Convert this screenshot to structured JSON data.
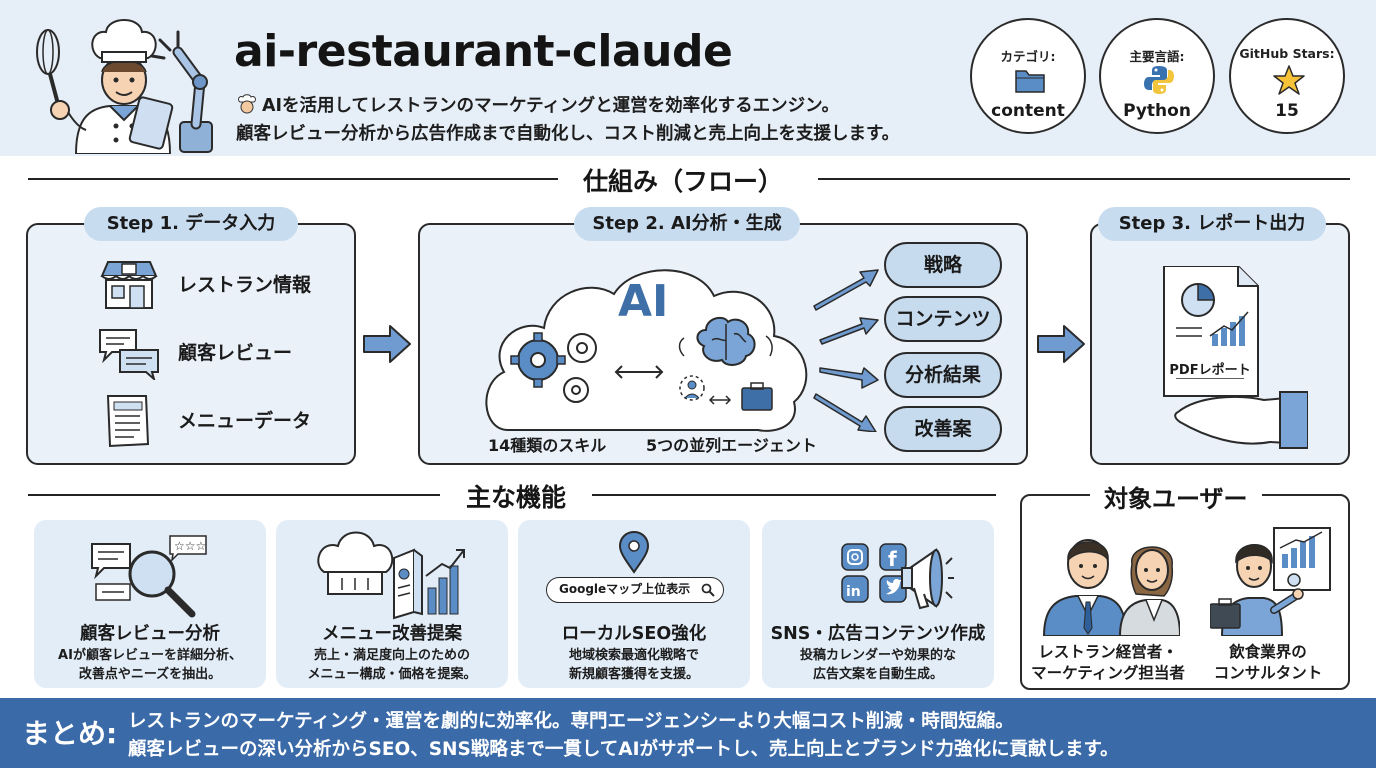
{
  "header": {
    "title": "ai-restaurant-claude",
    "tagline_line1": "AIを活用してレストランのマーケティングと運営を効率化するエンジン。",
    "tagline_line2": "顧客レビュー分析から広告作成まで自動化し、コスト削減と売上向上を支援します。",
    "tagline_icon": "chef-emoji-icon",
    "mascot_icon": "chef-with-tablet-and-robot-arm-icon"
  },
  "badges": [
    {
      "label": "カテゴリ:",
      "value": "content",
      "icon": "folder-icon"
    },
    {
      "label": "主要言語:",
      "value": "Python",
      "icon": "python-icon"
    },
    {
      "label": "GitHub Stars:",
      "value": "15",
      "icon": "star-icon"
    }
  ],
  "flow": {
    "title": "仕組み（フロー）",
    "step1": {
      "label": "Step 1. データ入力",
      "items": [
        {
          "label": "レストラン情報",
          "icon": "storefront-icon"
        },
        {
          "label": "顧客レビュー",
          "icon": "chat-bubbles-icon"
        },
        {
          "label": "メニューデータ",
          "icon": "menu-card-icon"
        }
      ]
    },
    "step2": {
      "label": "Step 2. AI分析・生成",
      "ai_text": "AI",
      "skills_label": "14種類のスキル",
      "agents_label": "5つの並列エージェント",
      "outputs": [
        "戦略",
        "コンテンツ",
        "分析結果",
        "改善案"
      ]
    },
    "step3": {
      "label": "Step 3. レポート出力",
      "report_label": "PDFレポート",
      "icon": "report-on-hand-icon"
    }
  },
  "features": {
    "title": "主な機能",
    "items": [
      {
        "title": "顧客レビュー分析",
        "desc1": "AIが顧客レビューを詳細分析、",
        "desc2": "改善点やニーズを抽出。",
        "icon": "review-magnifier-icon"
      },
      {
        "title": "メニュー改善提案",
        "desc1": "売上・満足度向上のための",
        "desc2": "メニュー構成・価格を提案。",
        "icon": "chef-hat-menu-chart-icon"
      },
      {
        "title": "ローカルSEO強化",
        "desc1": "地域検索最適化戦略で",
        "desc2": "新規顧客獲得を支援。",
        "icon": "map-pin-search-icon",
        "search_text": "Googleマップ上位表示"
      },
      {
        "title": "SNS・広告コンテンツ作成",
        "desc1": "投稿カレンダーや効果的な",
        "desc2": "広告文案を自動生成。",
        "icon": "social-megaphone-icon"
      }
    ]
  },
  "users": {
    "title": "対象ユーザー",
    "items": [
      {
        "line1": "レストラン経営者・",
        "line2": "マーケティング担当者",
        "icon": "business-people-icon"
      },
      {
        "line1": "飲食業界の",
        "line2": "コンサルタント",
        "icon": "consultant-icon"
      }
    ]
  },
  "summary": {
    "label": "まとめ:",
    "line1": "レストランのマーケティング・運営を劇的に効率化。専門エージェンシーより大幅コスト削減・時間短縮。",
    "line2": "顧客レビューの深い分析からSEO、SNS戦略まで一貫してAIがサポートし、売上向上とブランド力強化に貢献します。"
  },
  "colors": {
    "header_bg": "#e6eef7",
    "panel_bg": "#eaf1f9",
    "pill_bg": "#c8dcf0",
    "accent_blue": "#3f6fa7",
    "footer_bg": "#3a6aa8"
  }
}
